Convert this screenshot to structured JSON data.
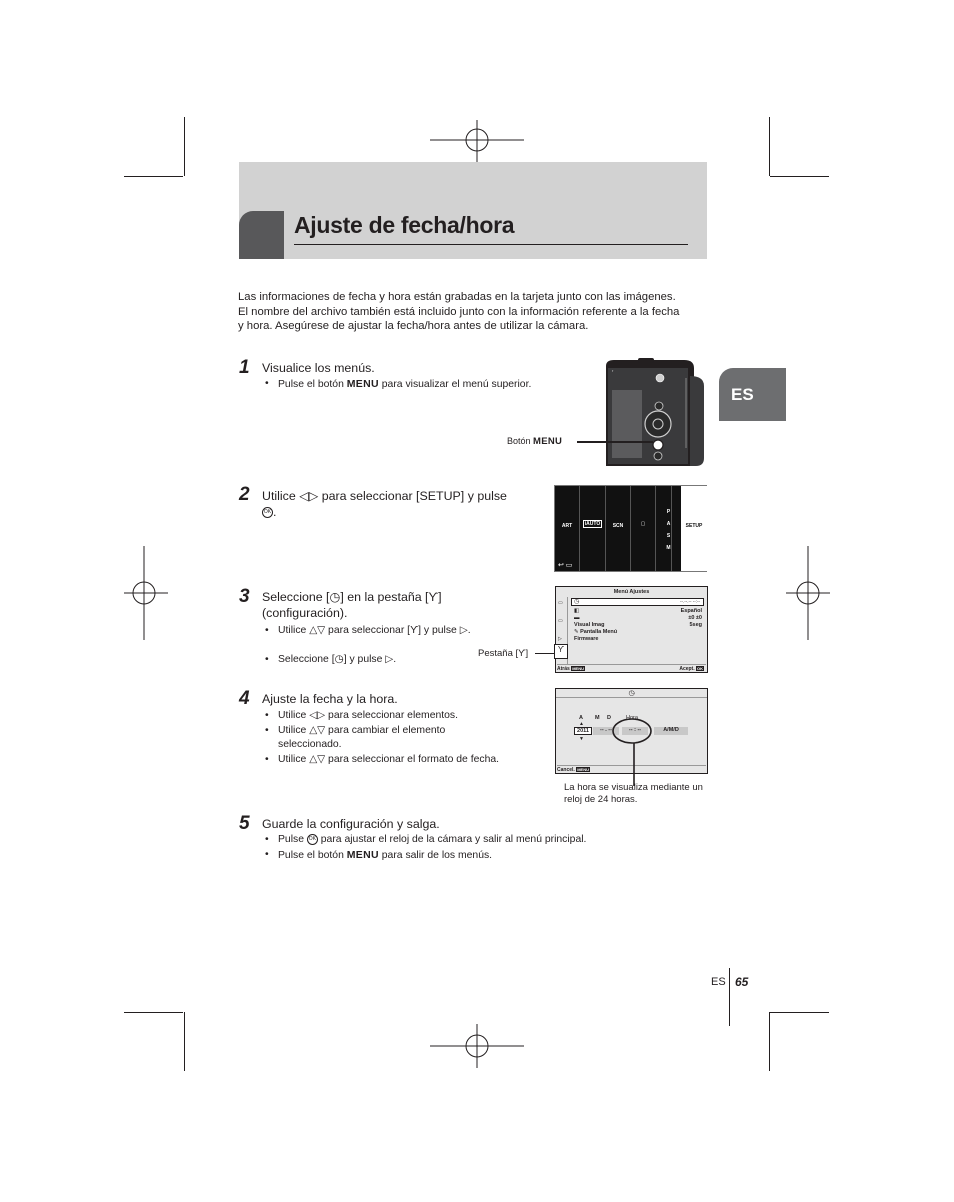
{
  "header": {
    "title": "Ajuste de fecha/hora"
  },
  "language_tab": "ES",
  "intro": "Las informaciones de fecha y hora están grabadas en la tarjeta junto con las imágenes. El nombre del archivo también está incluido junto con la información referente a la fecha y hora. Asegúrese de ajustar la fecha/hora antes de utilizar la cámara.",
  "steps": [
    {
      "number": "1",
      "text": "Visualice los menús.",
      "bullets": [
        {
          "pre": "Pulse el botón ",
          "key": "MENU",
          "post": " para visualizar el menú superior."
        }
      ]
    },
    {
      "number": "2",
      "text_pre": "Utilice ",
      "text_mid": " para seleccionar [SETUP] y pulse",
      "text_post": "."
    },
    {
      "number": "3",
      "text_pre": "Seleccione [",
      "text_mid": "] en la pestaña [",
      "text_post": "] (configuración).",
      "bullets": [
        {
          "pre": "Utilice ",
          "mid": " para seleccionar [",
          "post": "] y pulse ",
          "end": "."
        },
        {
          "pre": "Seleccione [",
          "mid": "] y pulse ",
          "end": "."
        }
      ]
    },
    {
      "number": "4",
      "text": "Ajuste la fecha y la hora.",
      "bullets": [
        {
          "pre": "Utilice ",
          "post": " para seleccionar elementos."
        },
        {
          "pre": "Utilice ",
          "post": " para cambiar el elemento seleccionado."
        },
        {
          "pre": "Utilice ",
          "post": " para seleccionar el formato de fecha."
        }
      ]
    },
    {
      "number": "5",
      "text": "Guarde la configuración y salga.",
      "bullets": [
        {
          "pre": "Pulse ",
          "post": " para ajustar el reloj de la cámara y salir al menú principal."
        },
        {
          "pre": "Pulse el botón ",
          "key": "MENU",
          "post": " para salir de los menús."
        }
      ]
    }
  ],
  "callouts": {
    "menu_button": {
      "pre": "Botón ",
      "key": "MENU"
    },
    "tab": "Pestaña [",
    "tab_end": "]",
    "clock_note": "La hora se visualiza mediante un reloj de 24 horas."
  },
  "screen2": {
    "tabs": [
      "ART",
      "iAUTO",
      "SCN",
      "",
      "P A S M"
    ],
    "setup": "SETUP"
  },
  "screen3": {
    "title": "Menú Ajustes",
    "datetime": "--.--.-- --:--",
    "rows": [
      {
        "label": "",
        "value": "Español"
      },
      {
        "label": "",
        "value": "±0  ±0"
      },
      {
        "label": "Visual Imag",
        "value": "5seg"
      },
      {
        "label": "Pantalla Menú",
        "value": ""
      },
      {
        "label": "Firmware",
        "value": ""
      }
    ],
    "back": "Atrás",
    "back_key": "MENU",
    "accept": "Acept.",
    "accept_key": "OK"
  },
  "screen4": {
    "labels": [
      "A",
      "M",
      "D",
      "Hora"
    ],
    "year": "2011",
    "md": "-- . --",
    "time": "-- : --",
    "format": "A/M/D",
    "cancel": "Cancel.",
    "cancel_key": "MENU"
  },
  "folio": {
    "lang": "ES",
    "page": "65"
  }
}
